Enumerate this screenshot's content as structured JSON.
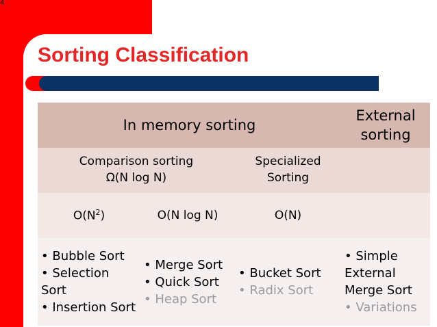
{
  "slide_number": "4",
  "title": "Sorting Classification",
  "table": {
    "header": {
      "in_memory": "In memory sorting",
      "external_line1": "External",
      "external_line2": "sorting"
    },
    "subheader": {
      "comparison_line1": "Comparison sorting",
      "comparison_line2": "Ω(N log N)",
      "specialized_line1": "Specialized",
      "specialized_line2": "Sorting"
    },
    "complexity": {
      "c1_base": "O(N",
      "c1_sup": "2",
      "c1_end": ")",
      "c2": "O(N log N)",
      "c3": "O(N)"
    },
    "algorithms": {
      "col1": [
        "• Bubble Sort",
        "• Selection Sort",
        "• Insertion Sort"
      ],
      "col2": [
        "• Merge Sort",
        "• Quick Sort",
        "• Heap Sort"
      ],
      "col3": [
        "• Bucket Sort",
        "• Radix Sort"
      ],
      "col4": [
        "• Simple External Merge Sort",
        "• Variations"
      ]
    }
  },
  "colors": {
    "accent_red": "#ff0000",
    "title_red": "#e32626",
    "navy": "#0a3161",
    "header_row": "#d6b8b0",
    "subheader_row": "#ead9d4",
    "complexity_row": "#f3e8e5",
    "algo_row": "#f5f0ef",
    "dim_text": "#9a9a9a"
  }
}
